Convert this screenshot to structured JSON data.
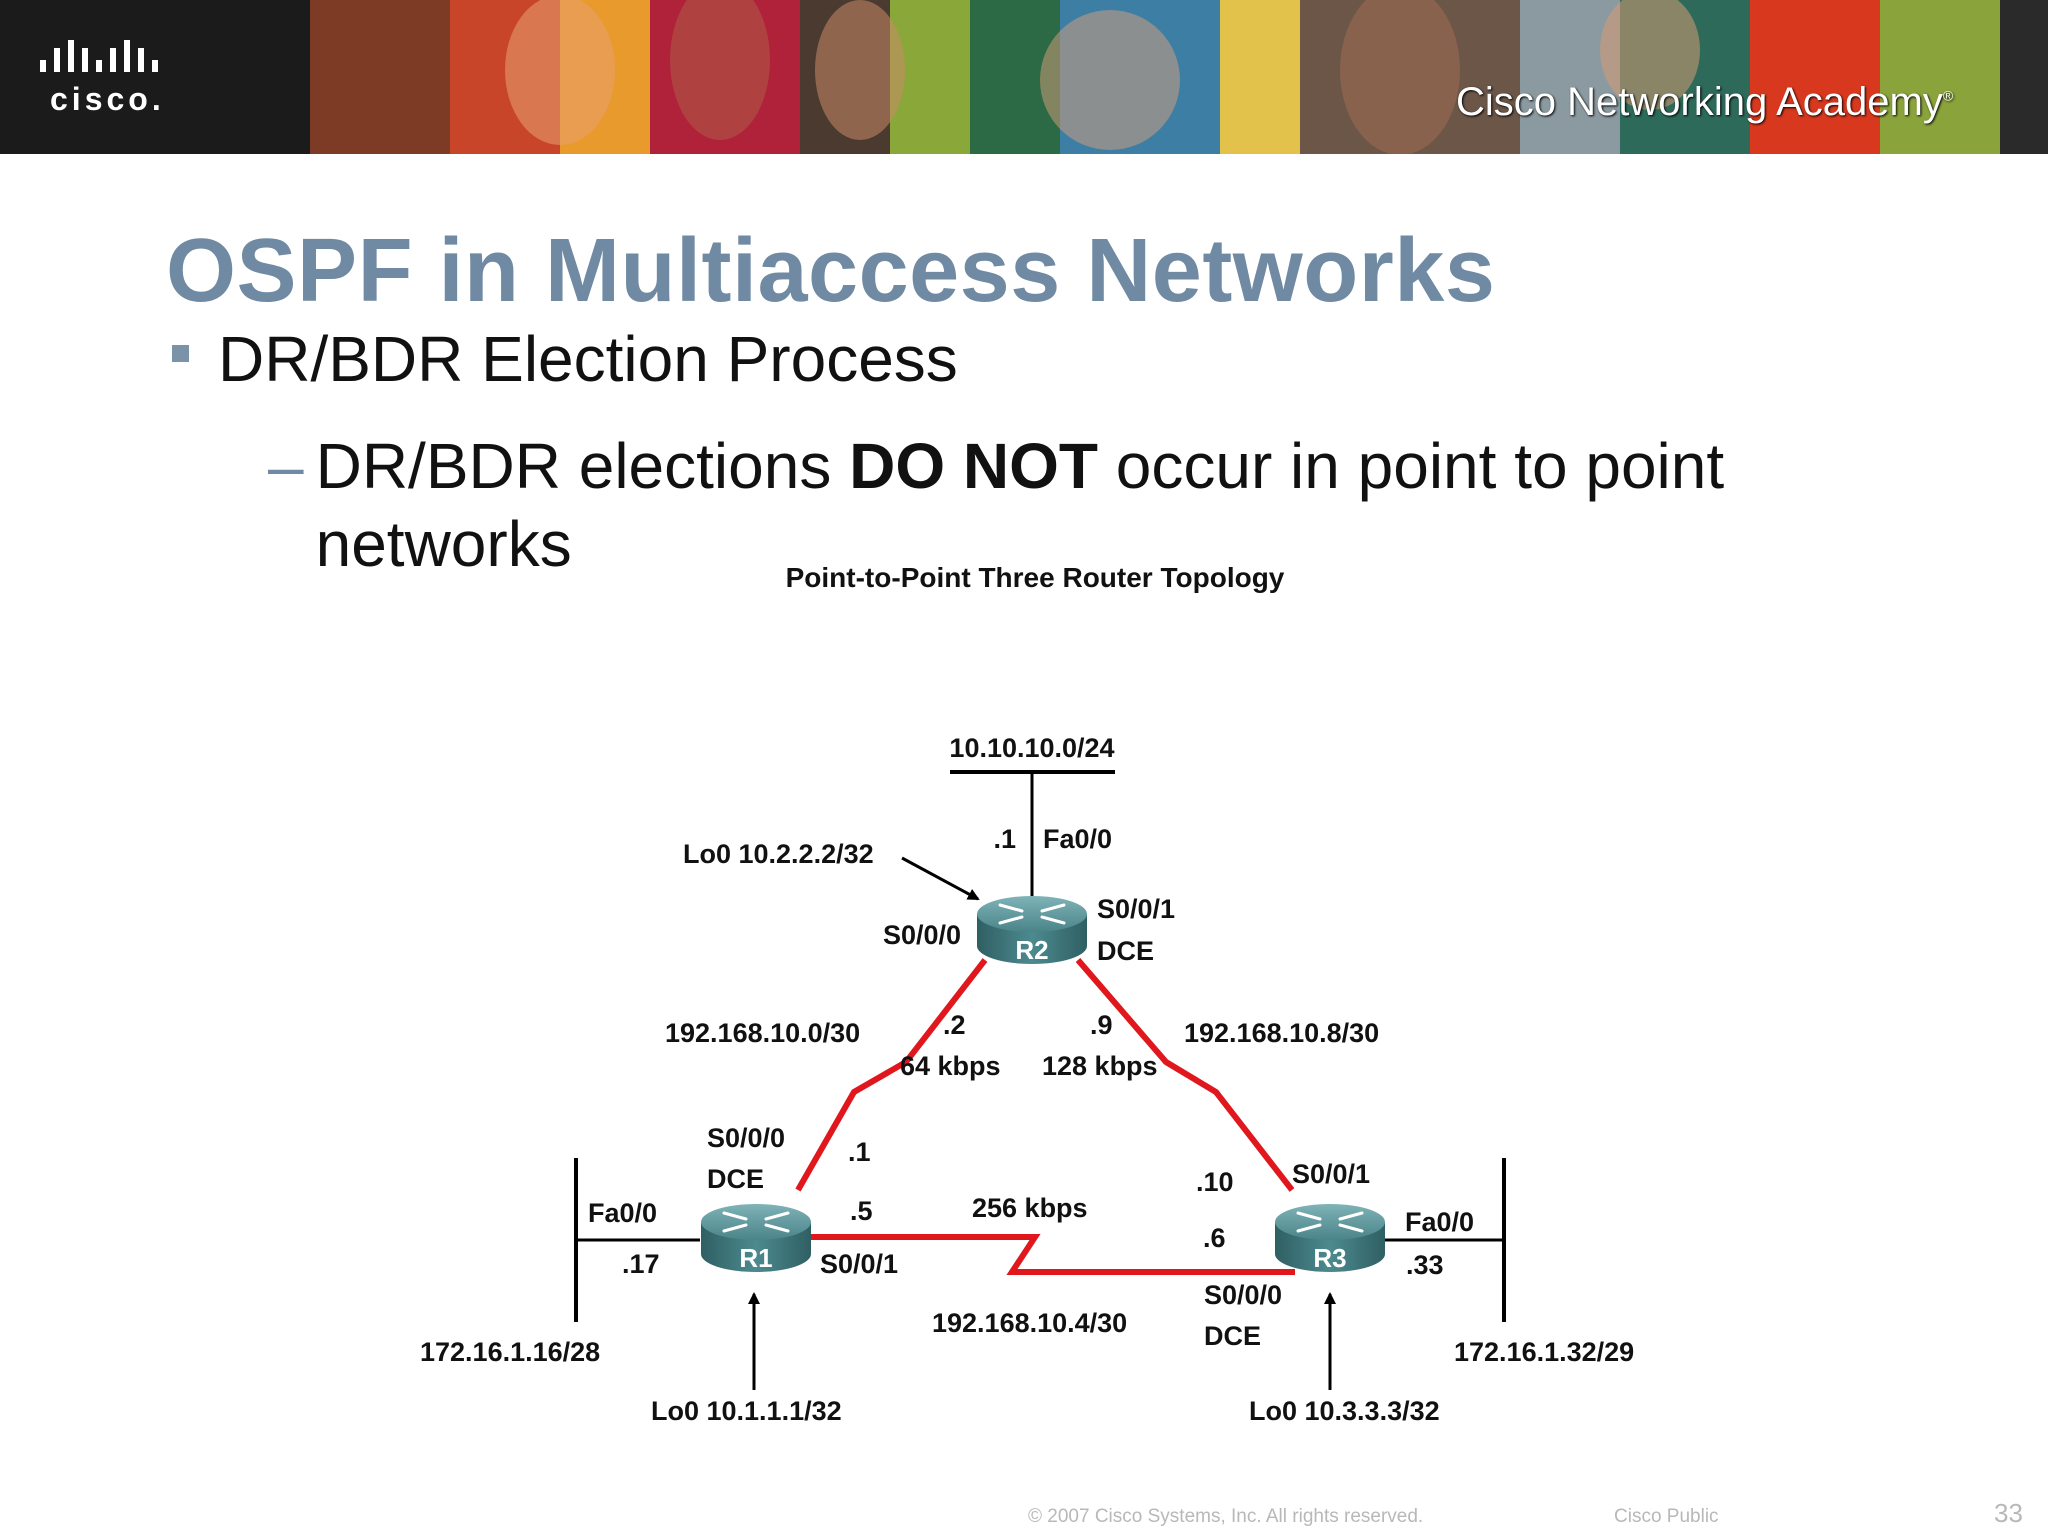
{
  "banner": {
    "brand_logo": "cisco",
    "academy_name": "Cisco Networking Academy",
    "academy_mark": "®"
  },
  "slide": {
    "title": "OSPF in Multiaccess Networks",
    "bullet": "DR/BDR Election Process",
    "sub_bullet": {
      "dash": "–",
      "before": "DR/BDR elections ",
      "bold": "DO NOT",
      "after": " occur in point to point networks"
    }
  },
  "diagram": {
    "title": "Point-to-Point Three Router Topology",
    "routers": [
      {
        "id": "R2",
        "label": "R2"
      },
      {
        "id": "R1",
        "label": "R1"
      },
      {
        "id": "R3",
        "label": "R3"
      }
    ],
    "labels": {
      "r2_lan": "10.10.10.0/24",
      "r2_fa_host": ".1",
      "r2_fa": "Fa0/0",
      "r2_loopback": "Lo0 10.2.2.2/32",
      "r2_s000": "S0/0/0",
      "r2_s001": "S0/0/1",
      "r2_s001_dce": "DCE",
      "link_r1_r2_net": "192.168.10.0/30",
      "link_r1_r2_r2host": ".2",
      "link_r1_r2_speed": "64 kbps",
      "link_r2_r3_r2host": ".9",
      "link_r2_r3_speed": "128 kbps",
      "link_r2_r3_net": "192.168.10.8/30",
      "r1_s000": "S0/0/0",
      "r1_s000_dce": "DCE",
      "r1_s000_host": ".1",
      "r1_s001_host": ".5",
      "r1_s001": "S0/0/1",
      "r1_fa": "Fa0/0",
      "r1_fa_host": ".17",
      "r1_lan": "172.16.1.16/28",
      "r1_loopback": "Lo0 10.1.1.1/32",
      "link_r1_r3_speed": "256 kbps",
      "link_r1_r3_net": "192.168.10.4/30",
      "r3_s001_host": ".10",
      "r3_s001": "S0/0/1",
      "r3_s000_host": ".6",
      "r3_fa": "Fa0/0",
      "r3_fa_host": ".33",
      "r3_s000": "S0/0/0",
      "r3_s000_dce": "DCE",
      "r3_lan": "172.16.1.32/29",
      "r3_loopback": "Lo0 10.3.3.3/32"
    }
  },
  "footer": {
    "copyright": "© 2007 Cisco Systems, Inc. All rights reserved.",
    "classification": "Cisco Public",
    "page": "33"
  },
  "colors": {
    "title": "#6f8aa2",
    "serial_link": "#e0171d",
    "router": "#3f7b80",
    "banner_dark": "#1c1b1b"
  }
}
